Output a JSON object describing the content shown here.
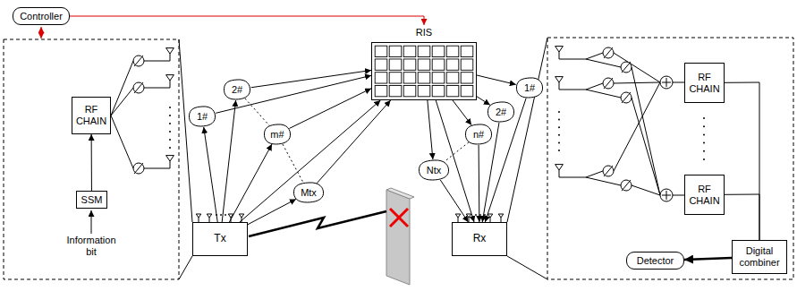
{
  "diagram": {
    "nodes": [
      {
        "text": [
          "Controller"
        ]
      },
      {
        "text": [
          "RF CHAIN"
        ]
      },
      {
        "text": [
          "SSM"
        ]
      },
      {
        "text": [
          "1#"
        ]
      },
      {
        "text": [
          "2#"
        ]
      },
      {
        "text": [
          "m#"
        ]
      },
      {
        "text": [
          "Mtx"
        ]
      },
      {
        "text": [
          "Tx"
        ]
      },
      {
        "text": [
          "RIS"
        ]
      },
      {
        "text": [
          "Ntx"
        ]
      },
      {
        "text": [
          "n#"
        ]
      },
      {
        "text": [
          "2#"
        ]
      },
      {
        "text": [
          "1#"
        ]
      },
      {
        "text": [
          "Rx"
        ]
      },
      {
        "text": [
          "RF CHAIN"
        ]
      },
      {
        "text": [
          "RF CHAIN"
        ]
      },
      {
        "text": [
          "Digital combiner"
        ]
      },
      {
        "text": [
          "Detector"
        ]
      }
    ],
    "edges": [
      {
        "from": 0,
        "to": 8,
        "arrow": "to"
      },
      {
        "from": 2,
        "to": 1,
        "arrow": "to"
      },
      {
        "from": 7,
        "to": 3,
        "arrow": "to"
      },
      {
        "from": 7,
        "to": 4,
        "arrow": "to"
      },
      {
        "from": 7,
        "to": 5,
        "arrow": "to"
      },
      {
        "from": 7,
        "to": 6,
        "arrow": "to"
      },
      {
        "from": 7,
        "to": 8,
        "arrow": "to"
      },
      {
        "from": 3,
        "to": 8,
        "arrow": "to"
      },
      {
        "from": 4,
        "to": 8,
        "arrow": "to"
      },
      {
        "from": 5,
        "to": 8,
        "arrow": "to"
      },
      {
        "from": 6,
        "to": 8,
        "arrow": "to"
      },
      {
        "from": 8,
        "to": 12,
        "arrow": "to"
      },
      {
        "from": 8,
        "to": 11,
        "arrow": "to"
      },
      {
        "from": 8,
        "to": 10,
        "arrow": "to"
      },
      {
        "from": 8,
        "to": 9,
        "arrow": "to"
      },
      {
        "from": 8,
        "to": 13,
        "arrow": "to"
      },
      {
        "from": 12,
        "to": 13,
        "arrow": "to"
      },
      {
        "from": 11,
        "to": 13,
        "arrow": "to"
      },
      {
        "from": 10,
        "to": 13,
        "arrow": "to"
      },
      {
        "from": 9,
        "to": 13,
        "arrow": "to"
      },
      {
        "from": 14,
        "to": 16,
        "arrow": "none"
      },
      {
        "from": 15,
        "to": 16,
        "arrow": "none"
      },
      {
        "from": 16,
        "to": 17,
        "arrow": "to"
      },
      {
        "from": 4,
        "to": 5,
        "arrow": "none"
      },
      {
        "from": 5,
        "to": 6,
        "arrow": "none"
      },
      {
        "from": 10,
        "to": 9,
        "arrow": "none"
      }
    ],
    "labels": [
      "Information bit"
    ]
  }
}
